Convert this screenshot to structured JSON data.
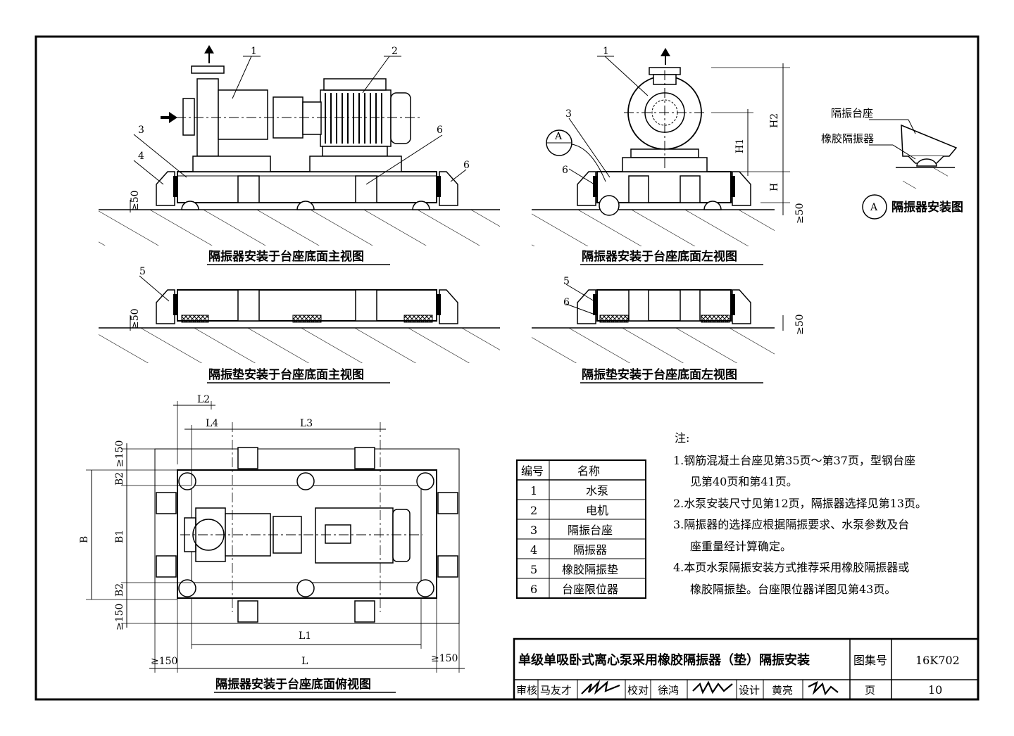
{
  "views": {
    "front_isolator": "隔振器安装于台座底面主视图",
    "side_isolator": "隔振器安装于台座底面左视图",
    "front_pad": "隔振垫安装于台座底面主视图",
    "side_pad": "隔振垫安装于台座底面左视图",
    "top_isolator": "隔振器安装于台座底面俯视图"
  },
  "callouts": [
    "1",
    "2",
    "3",
    "4",
    "5",
    "6"
  ],
  "detail": {
    "marker": "A",
    "label_base": "隔振台座",
    "label_isolator": "橡胶隔振器",
    "caption": "隔振器安装图"
  },
  "dimensions": {
    "H": "H",
    "H1": "H1",
    "H2": "H2",
    "ge50": "≥50",
    "ge150": "≥150",
    "L": "L",
    "L1": "L1",
    "L2": "L2",
    "L3": "L3",
    "L4": "L4",
    "B": "B",
    "B1": "B1",
    "B2": "B2"
  },
  "parts_table": {
    "headers": [
      "编号",
      "名称"
    ],
    "rows": [
      [
        "1",
        "水泵"
      ],
      [
        "2",
        "电机"
      ],
      [
        "3",
        "隔振台座"
      ],
      [
        "4",
        "隔振器"
      ],
      [
        "5",
        "橡胶隔振垫"
      ],
      [
        "6",
        "台座限位器"
      ]
    ]
  },
  "notes": {
    "heading": "注:",
    "lines": [
      "1.钢筋混凝土台座见第35页～第37页，型钢台座",
      "见第40页和第41页。",
      "2.水泵安装尺寸见第12页，隔振器选择见第13页。",
      "3.隔振器的选择应根据隔振要求、水泵参数及台",
      "座重量经计算确定。",
      "4.本页水泵隔振安装方式推荐采用橡胶隔振器或",
      "橡胶隔振垫。台座限位器详图见第43页。"
    ]
  },
  "title_block": {
    "title": "单级单吸卧式离心泵采用橡胶隔振器（垫）隔振安装",
    "atlas_label": "图集号",
    "atlas_no": "16K702",
    "review_label": "审核",
    "reviewer": "马友才",
    "check_label": "校对",
    "checker": "徐鸿",
    "design_label": "设计",
    "designer": "黄亮",
    "page_label": "页",
    "page_no": "10"
  }
}
